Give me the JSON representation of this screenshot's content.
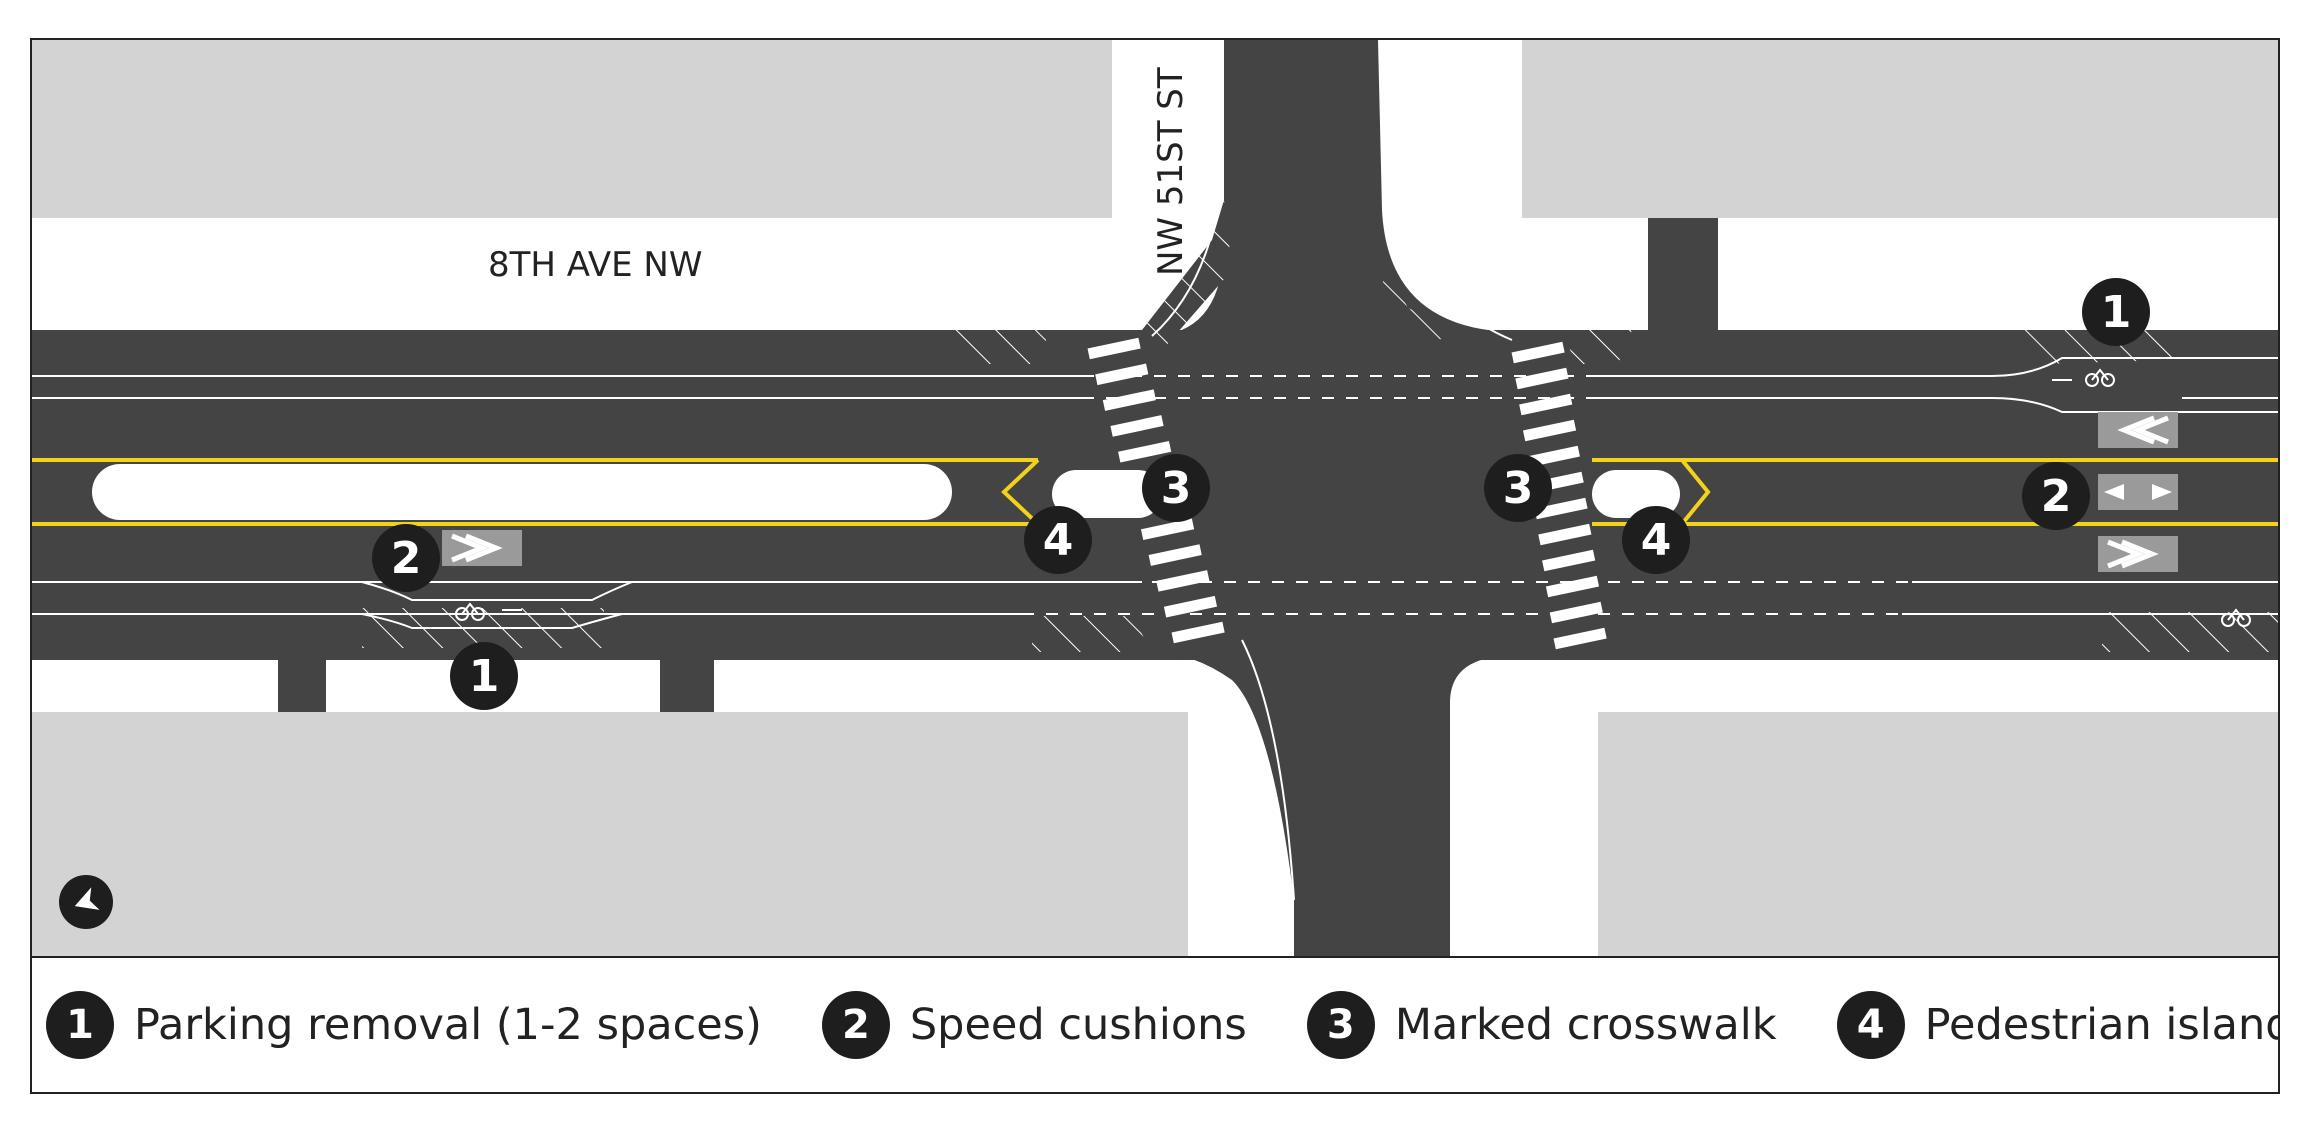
{
  "streets": {
    "horizontal": "8TH AVE NW",
    "vertical": "NW 51ST ST"
  },
  "markers": [
    "1",
    "2",
    "3",
    "4"
  ],
  "legend": [
    {
      "num": "1",
      "label": "Parking removal (1-2 spaces)"
    },
    {
      "num": "2",
      "label": "Speed cushions"
    },
    {
      "num": "3",
      "label": "Marked crosswalk"
    },
    {
      "num": "4",
      "label": "Pedestrian island"
    }
  ],
  "colors": {
    "asphalt": "#444444",
    "block": "#d3d3d3",
    "centerline": "#f2d21b",
    "marker": "#1e1e1e",
    "cushion": "#9a9a9a"
  },
  "icons": [
    "north-arrow-icon",
    "bike-lane-symbol-icon",
    "speed-cushion-chevron-icon"
  ]
}
